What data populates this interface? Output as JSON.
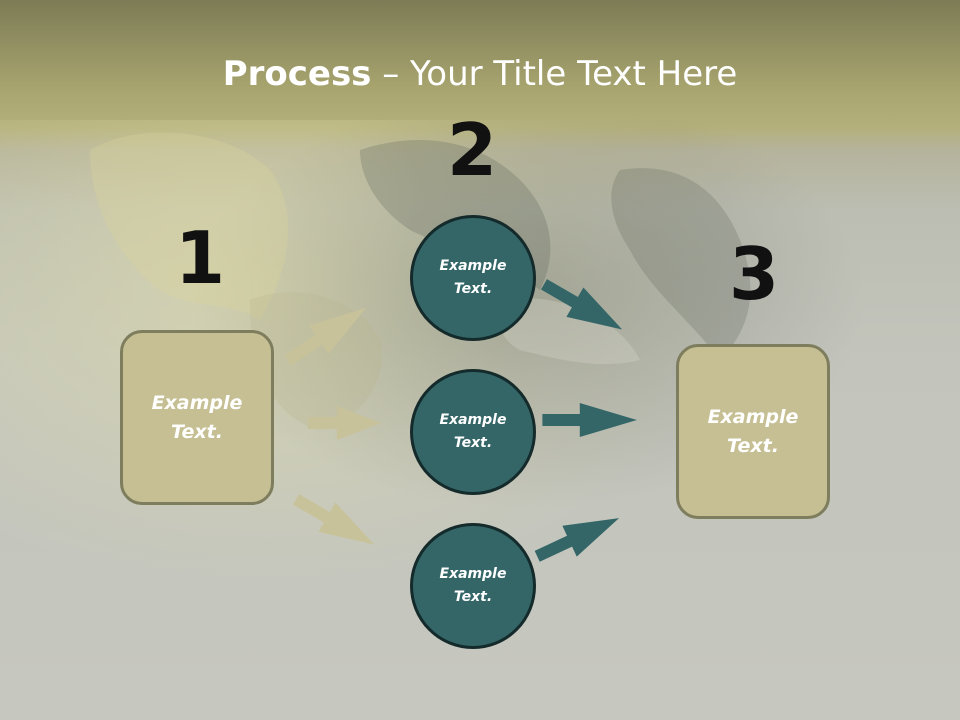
{
  "slide": {
    "title_bold": "Process",
    "title_rest": " – Your Title Text Here",
    "steps": [
      "1",
      "2",
      "3"
    ],
    "left_box_text": "Example Text.",
    "right_box_text": "Example Text.",
    "circles": [
      "Example Text.",
      "Example Text.",
      "Example Text."
    ]
  },
  "colors": {
    "header_band": "#a8a56f",
    "box_fill": "#c5bf93",
    "box_border": "#7e7d5d",
    "circle_fill": "#346668",
    "circle_border": "#142a2b",
    "arrow_left": "#c8c29a",
    "arrow_right": "#346668",
    "number_text": "#111111"
  }
}
